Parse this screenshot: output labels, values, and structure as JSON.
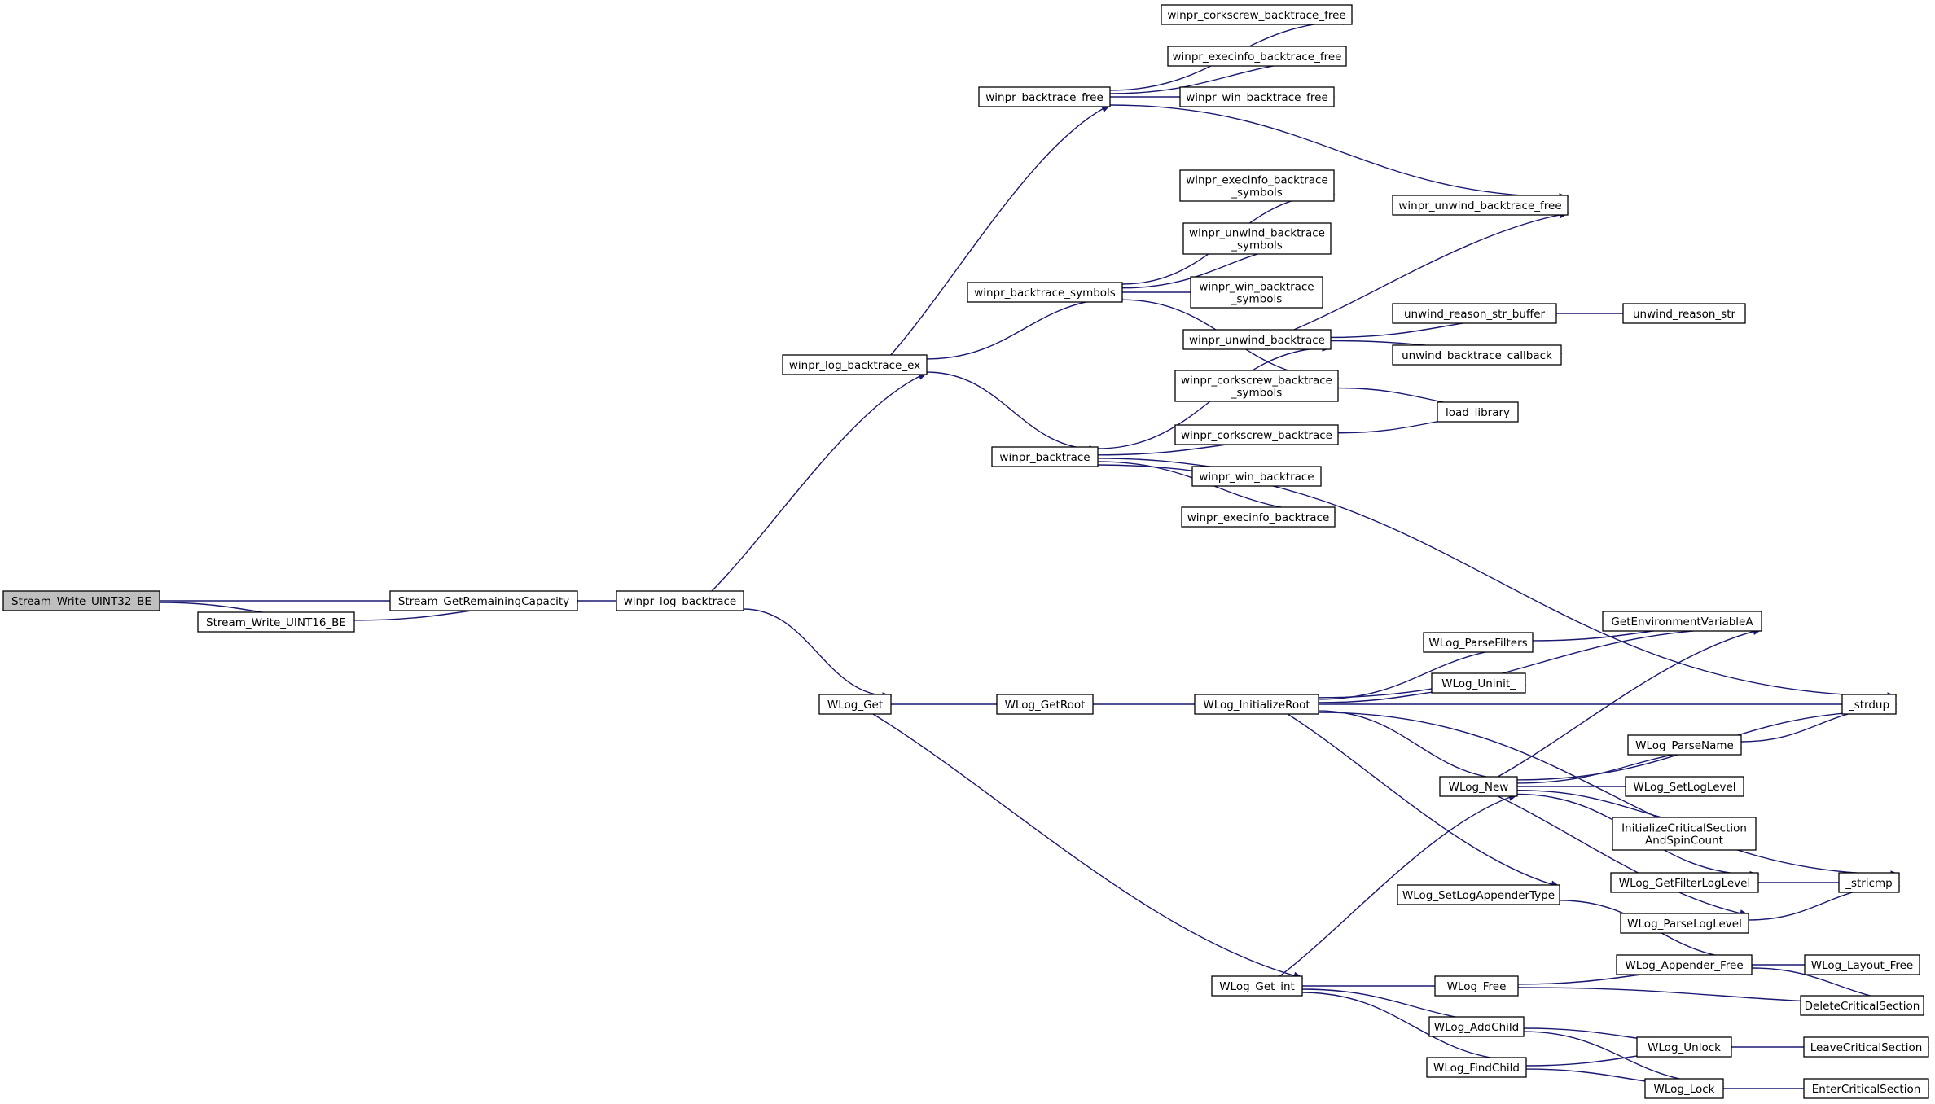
{
  "diagram": {
    "colors": {
      "edge": "#191970",
      "node_border": "#000000",
      "truncated_border": "#ff0000",
      "root_fill": "#bfbfbf",
      "node_fill": "#ffffff",
      "text": "#000000"
    },
    "nodes": [
      {
        "id": "stream_write_uint32_be",
        "lines": [
          "Stream_Write_UINT32_BE"
        ],
        "root": true
      },
      {
        "id": "stream_write_uint16_be",
        "lines": [
          "Stream_Write_UINT16_BE"
        ]
      },
      {
        "id": "stream_getremainingcapacity",
        "lines": [
          "Stream_GetRemainingCapacity"
        ]
      },
      {
        "id": "winpr_log_backtrace",
        "lines": [
          "winpr_log_backtrace"
        ]
      },
      {
        "id": "winpr_log_backtrace_ex",
        "lines": [
          "winpr_log_backtrace_ex"
        ]
      },
      {
        "id": "wlog_get",
        "lines": [
          "WLog_Get"
        ]
      },
      {
        "id": "winpr_backtrace_free",
        "lines": [
          "winpr_backtrace_free"
        ]
      },
      {
        "id": "winpr_backtrace_symbols",
        "lines": [
          "winpr_backtrace_symbols"
        ]
      },
      {
        "id": "winpr_backtrace",
        "lines": [
          "winpr_backtrace"
        ]
      },
      {
        "id": "winpr_corkscrew_backtrace_free",
        "lines": [
          "winpr_corkscrew_backtrace_free"
        ]
      },
      {
        "id": "winpr_execinfo_backtrace_free",
        "lines": [
          "winpr_execinfo_backtrace_free"
        ]
      },
      {
        "id": "winpr_win_backtrace_free",
        "lines": [
          "winpr_win_backtrace_free"
        ]
      },
      {
        "id": "winpr_unwind_backtrace_free",
        "lines": [
          "winpr_unwind_backtrace_free"
        ]
      },
      {
        "id": "winpr_execinfo_backtrace_symbols",
        "lines": [
          "winpr_execinfo_backtrace",
          "_symbols"
        ]
      },
      {
        "id": "winpr_unwind_backtrace_symbols",
        "lines": [
          "winpr_unwind_backtrace",
          "_symbols"
        ]
      },
      {
        "id": "winpr_win_backtrace_symbols",
        "lines": [
          "winpr_win_backtrace",
          "_symbols"
        ]
      },
      {
        "id": "winpr_unwind_backtrace",
        "lines": [
          "winpr_unwind_backtrace"
        ]
      },
      {
        "id": "winpr_corkscrew_backtrace_symbols",
        "lines": [
          "winpr_corkscrew_backtrace",
          "_symbols"
        ]
      },
      {
        "id": "winpr_corkscrew_backtrace",
        "lines": [
          "winpr_corkscrew_backtrace"
        ]
      },
      {
        "id": "winpr_win_backtrace",
        "lines": [
          "winpr_win_backtrace"
        ]
      },
      {
        "id": "winpr_execinfo_backtrace",
        "lines": [
          "winpr_execinfo_backtrace"
        ]
      },
      {
        "id": "unwind_reason_str_buffer",
        "lines": [
          "unwind_reason_str_buffer"
        ]
      },
      {
        "id": "unwind_reason_str",
        "lines": [
          "unwind_reason_str"
        ]
      },
      {
        "id": "unwind_backtrace_callback",
        "lines": [
          "unwind_backtrace_callback"
        ]
      },
      {
        "id": "load_library",
        "lines": [
          "load_library"
        ]
      },
      {
        "id": "strdup",
        "lines": [
          "_strdup"
        ]
      },
      {
        "id": "wlog_getroot",
        "lines": [
          "WLog_GetRoot"
        ]
      },
      {
        "id": "wlog_initializeroot",
        "lines": [
          "WLog_InitializeRoot"
        ]
      },
      {
        "id": "wlog_get_int",
        "lines": [
          "WLog_Get_int"
        ]
      },
      {
        "id": "wlog_parsefilters",
        "lines": [
          "WLog_ParseFilters"
        ],
        "truncated": true
      },
      {
        "id": "getenvironmentvariablea",
        "lines": [
          "GetEnvironmentVariableA"
        ],
        "truncated": true
      },
      {
        "id": "wlog_uninit",
        "lines": [
          "WLog_Uninit_"
        ]
      },
      {
        "id": "wlog_new",
        "lines": [
          "WLog_New"
        ]
      },
      {
        "id": "wlog_setlogappendertype",
        "lines": [
          "WLog_SetLogAppenderType"
        ],
        "truncated": true
      },
      {
        "id": "wlog_parsename",
        "lines": [
          "WLog_ParseName"
        ]
      },
      {
        "id": "wlog_setloglevel",
        "lines": [
          "WLog_SetLogLevel"
        ],
        "truncated": true
      },
      {
        "id": "initializecriticalsection",
        "lines": [
          "InitializeCriticalSection",
          "AndSpinCount"
        ],
        "truncated": true
      },
      {
        "id": "wlog_getfilterloglevel",
        "lines": [
          "WLog_GetFilterLogLevel"
        ]
      },
      {
        "id": "wlog_parseloglevel",
        "lines": [
          "WLog_ParseLogLevel"
        ]
      },
      {
        "id": "stricmp",
        "lines": [
          "_stricmp"
        ]
      },
      {
        "id": "wlog_appender_free",
        "lines": [
          "WLog_Appender_Free"
        ]
      },
      {
        "id": "wlog_layout_free",
        "lines": [
          "WLog_Layout_Free"
        ]
      },
      {
        "id": "deletecriticalsection",
        "lines": [
          "DeleteCriticalSection"
        ]
      },
      {
        "id": "wlog_free",
        "lines": [
          "WLog_Free"
        ]
      },
      {
        "id": "wlog_addchild",
        "lines": [
          "WLog_AddChild"
        ]
      },
      {
        "id": "wlog_findchild",
        "lines": [
          "WLog_FindChild"
        ]
      },
      {
        "id": "wlog_unlock",
        "lines": [
          "WLog_Unlock"
        ]
      },
      {
        "id": "wlog_lock",
        "lines": [
          "WLog_Lock"
        ]
      },
      {
        "id": "leavecriticalsection",
        "lines": [
          "LeaveCriticalSection"
        ],
        "truncated": true
      },
      {
        "id": "entercriticalsection",
        "lines": [
          "EnterCriticalSection"
        ],
        "truncated": true
      }
    ],
    "edges": [
      [
        "stream_write_uint32_be",
        "stream_getremainingcapacity"
      ],
      [
        "stream_write_uint32_be",
        "stream_write_uint16_be"
      ],
      [
        "stream_write_uint16_be",
        "stream_getremainingcapacity"
      ],
      [
        "stream_getremainingcapacity",
        "winpr_log_backtrace"
      ],
      [
        "winpr_log_backtrace",
        "winpr_log_backtrace_ex"
      ],
      [
        "winpr_log_backtrace",
        "wlog_get"
      ],
      [
        "winpr_log_backtrace_ex",
        "winpr_backtrace_free"
      ],
      [
        "winpr_log_backtrace_ex",
        "winpr_backtrace_symbols"
      ],
      [
        "winpr_log_backtrace_ex",
        "winpr_backtrace"
      ],
      [
        "winpr_backtrace_free",
        "winpr_corkscrew_backtrace_free"
      ],
      [
        "winpr_backtrace_free",
        "winpr_execinfo_backtrace_free"
      ],
      [
        "winpr_backtrace_free",
        "winpr_win_backtrace_free"
      ],
      [
        "winpr_backtrace_free",
        "winpr_unwind_backtrace_free"
      ],
      [
        "winpr_backtrace_symbols",
        "winpr_execinfo_backtrace_symbols"
      ],
      [
        "winpr_backtrace_symbols",
        "winpr_unwind_backtrace_symbols"
      ],
      [
        "winpr_backtrace_symbols",
        "winpr_win_backtrace_symbols"
      ],
      [
        "winpr_backtrace_symbols",
        "winpr_corkscrew_backtrace_symbols"
      ],
      [
        "winpr_backtrace",
        "winpr_unwind_backtrace"
      ],
      [
        "winpr_backtrace",
        "winpr_corkscrew_backtrace"
      ],
      [
        "winpr_backtrace",
        "winpr_win_backtrace"
      ],
      [
        "winpr_backtrace",
        "winpr_execinfo_backtrace"
      ],
      [
        "winpr_backtrace",
        "strdup"
      ],
      [
        "winpr_unwind_backtrace",
        "winpr_unwind_backtrace_free"
      ],
      [
        "winpr_unwind_backtrace",
        "unwind_reason_str_buffer"
      ],
      [
        "winpr_unwind_backtrace",
        "unwind_backtrace_callback"
      ],
      [
        "unwind_reason_str_buffer",
        "unwind_reason_str"
      ],
      [
        "winpr_corkscrew_backtrace_symbols",
        "load_library"
      ],
      [
        "winpr_corkscrew_backtrace",
        "load_library"
      ],
      [
        "wlog_get",
        "wlog_getroot"
      ],
      [
        "wlog_get",
        "wlog_get_int"
      ],
      [
        "wlog_getroot",
        "wlog_initializeroot"
      ],
      [
        "wlog_initializeroot",
        "getenvironmentvariablea"
      ],
      [
        "wlog_initializeroot",
        "wlog_parsefilters"
      ],
      [
        "wlog_initializeroot",
        "wlog_uninit"
      ],
      [
        "wlog_initializeroot",
        "strdup"
      ],
      [
        "wlog_initializeroot",
        "wlog_new"
      ],
      [
        "wlog_initializeroot",
        "wlog_setlogappendertype"
      ],
      [
        "wlog_initializeroot",
        "stricmp"
      ],
      [
        "wlog_parsefilters",
        "getenvironmentvariablea"
      ],
      [
        "wlog_new",
        "getenvironmentvariablea"
      ],
      [
        "wlog_new",
        "strdup"
      ],
      [
        "wlog_new",
        "wlog_parsename"
      ],
      [
        "wlog_new",
        "wlog_setloglevel"
      ],
      [
        "wlog_new",
        "initializecriticalsection"
      ],
      [
        "wlog_new",
        "wlog_getfilterloglevel"
      ],
      [
        "wlog_new",
        "wlog_parseloglevel"
      ],
      [
        "wlog_parsename",
        "strdup"
      ],
      [
        "wlog_getfilterloglevel",
        "stricmp"
      ],
      [
        "wlog_parseloglevel",
        "stricmp"
      ],
      [
        "wlog_setlogappendertype",
        "wlog_appender_free"
      ],
      [
        "wlog_appender_free",
        "wlog_layout_free"
      ],
      [
        "wlog_appender_free",
        "deletecriticalsection"
      ],
      [
        "wlog_get_int",
        "wlog_new"
      ],
      [
        "wlog_get_int",
        "wlog_free"
      ],
      [
        "wlog_get_int",
        "wlog_addchild"
      ],
      [
        "wlog_get_int",
        "wlog_findchild"
      ],
      [
        "wlog_free",
        "wlog_appender_free"
      ],
      [
        "wlog_free",
        "deletecriticalsection"
      ],
      [
        "wlog_addchild",
        "wlog_unlock"
      ],
      [
        "wlog_addchild",
        "wlog_lock"
      ],
      [
        "wlog_findchild",
        "wlog_unlock"
      ],
      [
        "wlog_findchild",
        "wlog_lock"
      ],
      [
        "wlog_unlock",
        "leavecriticalsection"
      ],
      [
        "wlog_lock",
        "entercriticalsection"
      ]
    ]
  }
}
